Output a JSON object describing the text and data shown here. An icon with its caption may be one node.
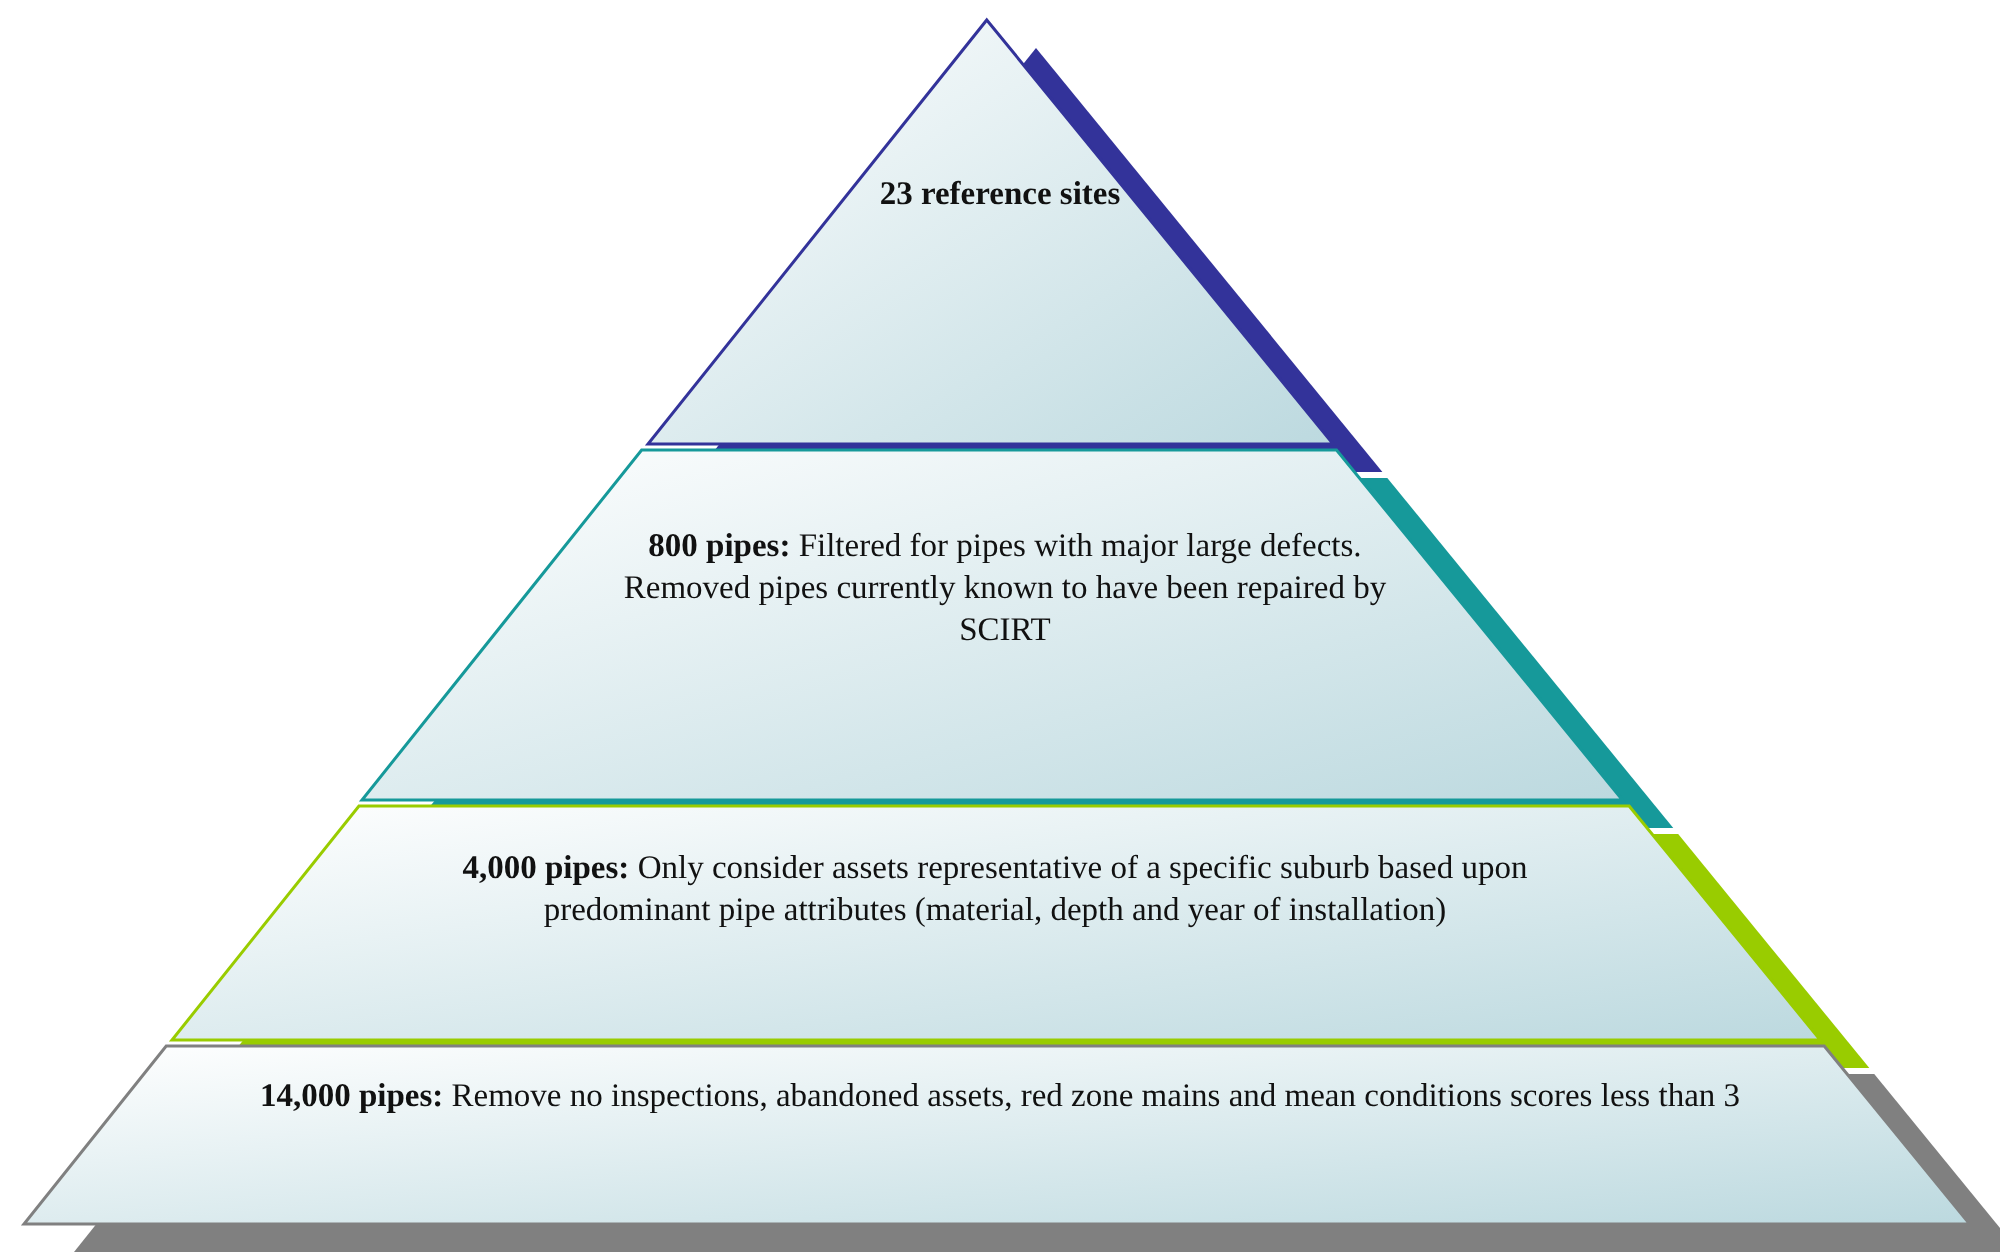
{
  "diagram": {
    "nodes": [
      {
        "text": [
          "23 reference sites"
        ]
      },
      {
        "text": [
          "**800 pipes:** Filtered for pipes with major large defects. Removed pipes currently known to have been repaired by SCIRT"
        ]
      },
      {
        "text": [
          "**4,000 pipes:** Only consider assets representative of a specific suburb based upon predominant pipe attributes (material, depth and year of installation)"
        ]
      },
      {
        "text": [
          "**14,000 pipes:** Remove no inspections, abandoned assets, red zone mains and mean conditions scores less than 3"
        ]
      }
    ]
  }
}
